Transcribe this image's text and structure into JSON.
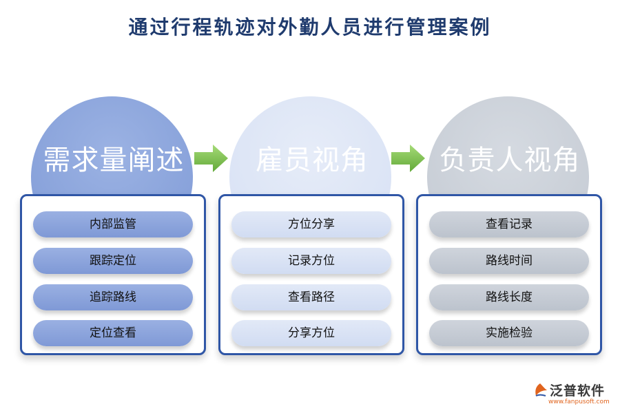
{
  "title": "通过行程轨迹对外勤人员进行管理案例",
  "columns": [
    {
      "heading": "需求量阐述",
      "items": [
        "内部监管",
        "跟踪定位",
        "追踪路线",
        "定位查看"
      ]
    },
    {
      "heading": "雇员视角",
      "items": [
        "方位分享",
        "记录方位",
        "查看路径",
        "分享方位"
      ]
    },
    {
      "heading": "负责人视角",
      "items": [
        "查看记录",
        "路线时间",
        "路线长度",
        "实施检验"
      ]
    }
  ],
  "logo": {
    "name": "泛普软件",
    "url": "www.fanpusoft.com"
  },
  "colors": {
    "title": "#1f3b6e",
    "panel_border": "#2f56a6",
    "arrow": "#7cc04b",
    "col1": "#8ea6dc",
    "col2": "#dde5f6",
    "col3": "#c9ced6"
  }
}
